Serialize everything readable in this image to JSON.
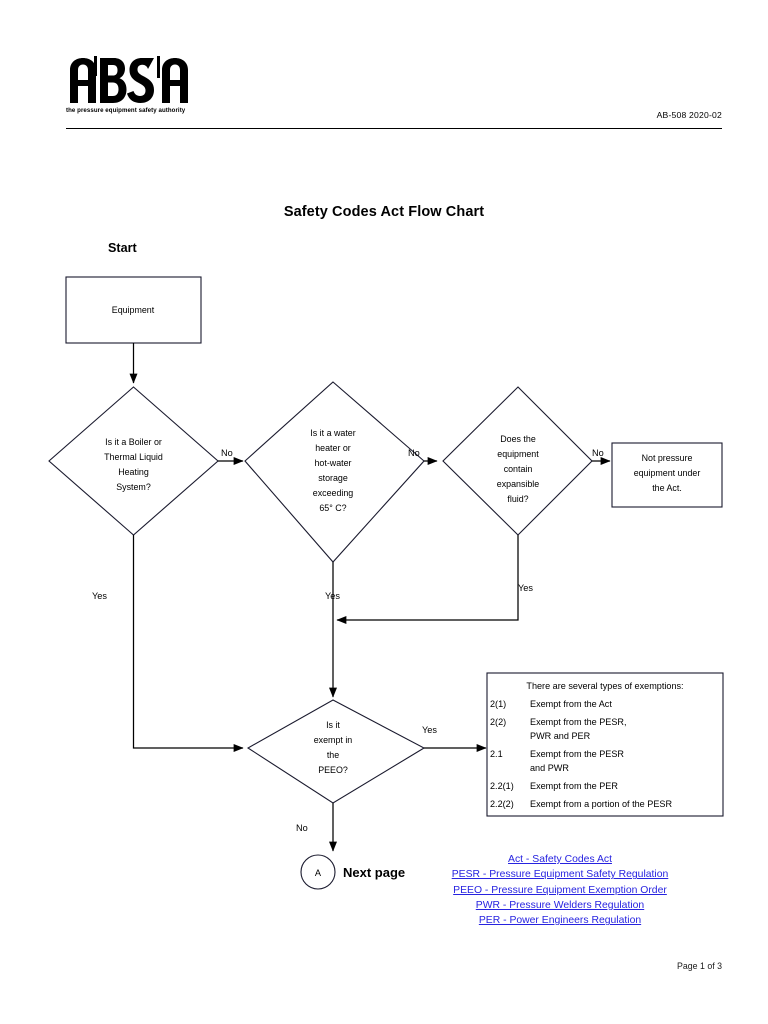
{
  "header": {
    "logo_text": "ABSA",
    "logo_tagline": "the pressure equipment safety authority",
    "doc_code": "AB-508  2020-02"
  },
  "title": "Safety Codes Act Flow Chart",
  "start_label": "Start",
  "nodes": {
    "equipment": "Equipment",
    "q1_lines": [
      "Is it a Boiler or",
      "Thermal Liquid",
      "Heating",
      "System?"
    ],
    "q2_lines": [
      "Is it a water",
      "heater or",
      "hot-water",
      "storage",
      "exceeding",
      "65° C?"
    ],
    "q3_lines": [
      "Does the",
      "equipment",
      "contain",
      "expansible",
      "fluid?"
    ],
    "not_pressure_lines": [
      "Not pressure",
      "equipment under",
      "the Act."
    ],
    "q4_lines": [
      "Is it",
      "exempt in",
      "the",
      "PEEO?"
    ],
    "connector_letter": "A",
    "next_page": "Next page"
  },
  "edge_labels": {
    "no1": "No",
    "no2": "No",
    "no3": "No",
    "yes1": "Yes",
    "yes2": "Yes",
    "yes3": "Yes",
    "yes4": "Yes",
    "no4": "No"
  },
  "exemptions": {
    "heading": "There are several types of exemptions:",
    "rows": [
      {
        "code": "2(1)",
        "text": "Exempt from the Act"
      },
      {
        "code": "2(2)",
        "text": "Exempt from the PESR,"
      },
      {
        "code": "",
        "text": "PWR and PER"
      },
      {
        "code": "2.1",
        "text": "Exempt from the PESR"
      },
      {
        "code": "",
        "text": "and PWR"
      },
      {
        "code": "2.2(1)",
        "text": "Exempt from the PER"
      },
      {
        "code": "2.2(2)",
        "text": "Exempt from a portion of the PESR"
      }
    ]
  },
  "links": [
    {
      "label": "Act  - Safety Codes Act"
    },
    {
      "label": "PESR  - Pressure Equipment Safety Regulation"
    },
    {
      "label": "PEEO  - Pressure Equipment Exemption Order"
    },
    {
      "label": "PWR  - Pressure Welders Regulation"
    },
    {
      "label": "PER  - Power Engineers Regulation"
    }
  ],
  "footer": "Page 1 of 3",
  "colors": {
    "link": "#2723e0",
    "shape_stroke": "#1a1a2e",
    "connector": "#000000"
  },
  "chart_data": {
    "type": "diagram",
    "title": "Safety Codes Act Flow Chart",
    "nodes": [
      {
        "id": "equipment",
        "shape": "rect",
        "label": "Equipment"
      },
      {
        "id": "q1",
        "shape": "diamond",
        "label": "Is it a Boiler or Thermal Liquid Heating System?"
      },
      {
        "id": "q2",
        "shape": "diamond",
        "label": "Is it a water heater or hot-water storage exceeding 65° C?"
      },
      {
        "id": "q3",
        "shape": "diamond",
        "label": "Does the equipment contain expansible fluid?"
      },
      {
        "id": "not_pressure",
        "shape": "rect",
        "label": "Not pressure equipment under the Act."
      },
      {
        "id": "q4",
        "shape": "diamond",
        "label": "Is it exempt in the PEEO?"
      },
      {
        "id": "exemptions",
        "shape": "rect",
        "label": "There are several types of exemptions"
      },
      {
        "id": "A",
        "shape": "circle",
        "label": "A"
      }
    ],
    "edges": [
      {
        "from": "equipment",
        "to": "q1",
        "label": ""
      },
      {
        "from": "q1",
        "to": "q2",
        "label": "No"
      },
      {
        "from": "q2",
        "to": "q3",
        "label": "No"
      },
      {
        "from": "q3",
        "to": "not_pressure",
        "label": "No"
      },
      {
        "from": "q1",
        "to": "q4",
        "label": "Yes"
      },
      {
        "from": "q2",
        "to": "q4",
        "label": "Yes"
      },
      {
        "from": "q3",
        "to": "q2",
        "label": "Yes"
      },
      {
        "from": "q4",
        "to": "exemptions",
        "label": "Yes"
      },
      {
        "from": "q4",
        "to": "A",
        "label": "No"
      }
    ]
  }
}
